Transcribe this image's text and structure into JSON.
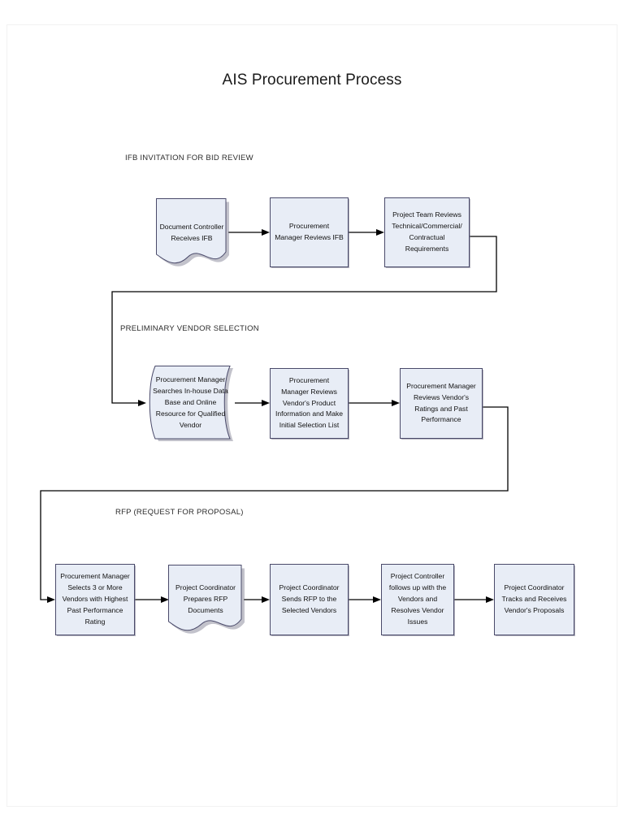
{
  "document": {
    "title": "AIS Procurement Process"
  },
  "sections": [
    {
      "id": "ifb",
      "label": "IFB INVITATION FOR BID REVIEW"
    },
    {
      "id": "pvs",
      "label": "PRELIMINARY VENDOR SELECTION"
    },
    {
      "id": "rfp",
      "label": "RFP (REQUEST FOR PROPOSAL)"
    }
  ],
  "chart_data": {
    "type": "diagram",
    "title": "AIS Procurement Process",
    "diagram_kind": "flowchart",
    "orientation": "left-to-right, serpentine wrap",
    "fill_color": "#e8edf6",
    "stroke_color": "#4a4a6a",
    "connector_color": "#000000",
    "lanes": [
      {
        "lane_label": "IFB INVITATION FOR BID REVIEW",
        "nodes": [
          {
            "id": "n1",
            "shape": "document",
            "text": "Document Controller Receives IFB"
          },
          {
            "id": "n2",
            "shape": "process",
            "text": "Procurement Manager Reviews IFB"
          },
          {
            "id": "n3",
            "shape": "process",
            "text": "Project Team Reviews Technical/Commercial/ Contractual Requirements"
          }
        ]
      },
      {
        "lane_label": "PRELIMINARY VENDOR SELECTION",
        "nodes": [
          {
            "id": "n4",
            "shape": "stored-data",
            "text": "Procurement Manager Searches In-house Data Base and Online Resource for Qualified Vendor"
          },
          {
            "id": "n5",
            "shape": "process",
            "text": "Procurement Manager Reviews Vendor's Product Information and Make Initial Selection List"
          },
          {
            "id": "n6",
            "shape": "process",
            "text": "Procurement Manager Reviews Vendor's Ratings and Past Performance"
          }
        ]
      },
      {
        "lane_label": "RFP (REQUEST FOR PROPOSAL)",
        "nodes": [
          {
            "id": "n7",
            "shape": "process",
            "text": "Procurement Manager Selects 3 or More Vendors with Highest Past Performance Rating"
          },
          {
            "id": "n8",
            "shape": "document",
            "text": "Project Coordinator Prepares RFP Documents"
          },
          {
            "id": "n9",
            "shape": "process",
            "text": "Project Coordinator Sends RFP to the Selected Vendors"
          },
          {
            "id": "n10",
            "shape": "process",
            "text": "Project Controller follows up with the Vendors and Resolves Vendor Issues"
          },
          {
            "id": "n11",
            "shape": "process",
            "text": "Project Coordinator Tracks and Receives Vendor's Proposals"
          }
        ]
      }
    ],
    "edges": [
      {
        "from": "n1",
        "to": "n2",
        "style": "straight"
      },
      {
        "from": "n2",
        "to": "n3",
        "style": "straight"
      },
      {
        "from": "n3",
        "to": "n4",
        "style": "wrap-down-left"
      },
      {
        "from": "n4",
        "to": "n5",
        "style": "straight"
      },
      {
        "from": "n5",
        "to": "n6",
        "style": "straight"
      },
      {
        "from": "n6",
        "to": "n7",
        "style": "wrap-down-left"
      },
      {
        "from": "n7",
        "to": "n8",
        "style": "straight"
      },
      {
        "from": "n8",
        "to": "n9",
        "style": "straight"
      },
      {
        "from": "n9",
        "to": "n10",
        "style": "straight"
      },
      {
        "from": "n10",
        "to": "n11",
        "style": "straight"
      }
    ]
  },
  "nodes": {
    "n1": {
      "text": "Document Controller Receives IFB"
    },
    "n2": {
      "text": "Procurement Manager Reviews IFB"
    },
    "n3": {
      "text": "Project Team Reviews Technical/Commercial/ Contractual Requirements"
    },
    "n4": {
      "text": "Procurement Manager Searches In-house Data Base and Online Resource for Qualified Vendor"
    },
    "n5": {
      "text": "Procurement Manager Reviews Vendor's Product Information and Make Initial Selection List"
    },
    "n6": {
      "text": "Procurement Manager Reviews Vendor's Ratings and Past Performance"
    },
    "n7": {
      "text": "Procurement Manager Selects 3 or More Vendors with Highest Past Performance Rating"
    },
    "n8": {
      "text": "Project Coordinator Prepares RFP Documents"
    },
    "n9": {
      "text": "Project Coordinator Sends RFP to the Selected Vendors"
    },
    "n10": {
      "text": "Project Controller follows up with the Vendors and Resolves Vendor Issues"
    },
    "n11": {
      "text": "Project Coordinator Tracks and Receives Vendor's Proposals"
    }
  }
}
